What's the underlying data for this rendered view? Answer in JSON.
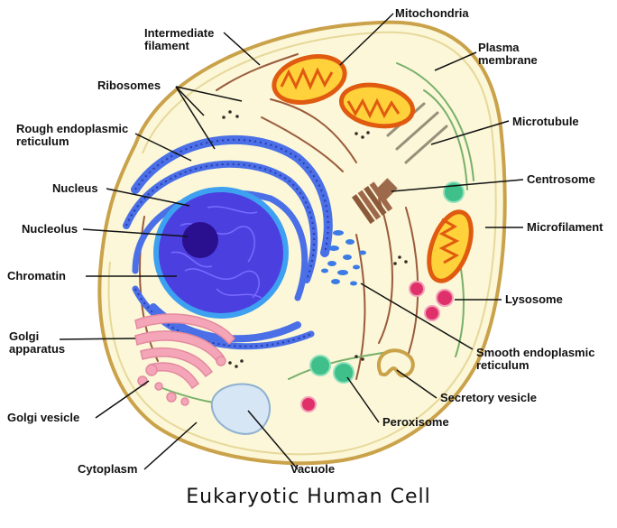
{
  "title": "Eukaryotic Human Cell",
  "labels": {
    "intermediate_filament": "Intermediate\nfilament",
    "mitochondria": "Mitochondria",
    "plasma_membrane": "Plasma\nmembrane",
    "ribosomes": "Ribosomes",
    "microtubule": "Microtubule",
    "rough_er": "Rough endoplasmic\nreticulum",
    "centrosome": "Centrosome",
    "nucleus": "Nucleus",
    "microfilament": "Microfilament",
    "nucleolus": "Nucleolus",
    "chromatin": "Chromatin",
    "lysosome": "Lysosome",
    "golgi_apparatus": "Golgi\napparatus",
    "smooth_er": "Smooth endoplasmic\nreticulum",
    "secretory_vesicle": "Secretory vesicle",
    "golgi_vesicle": "Golgi vesicle",
    "peroxisome": "Peroxisome",
    "cytoplasm": "Cytoplasm",
    "vacuole": "Vacuole"
  },
  "colors": {
    "cytoplasm": "#fbf7d8",
    "membrane": "#caa24a",
    "nucleus": "#4b3fe0",
    "nucleolus": "#2a108f",
    "rough_er": "#4a6fe6",
    "mitochondria_outer": "#e05a10",
    "mitochondria_inner": "#ffd13a",
    "golgi": "#f4a6b8",
    "lysosome": "#e0306a",
    "peroxisome": "#3fbf8a",
    "vacuole": "#d6e6f4",
    "centrosome": "#8b5a3a",
    "leader": "#111111"
  }
}
